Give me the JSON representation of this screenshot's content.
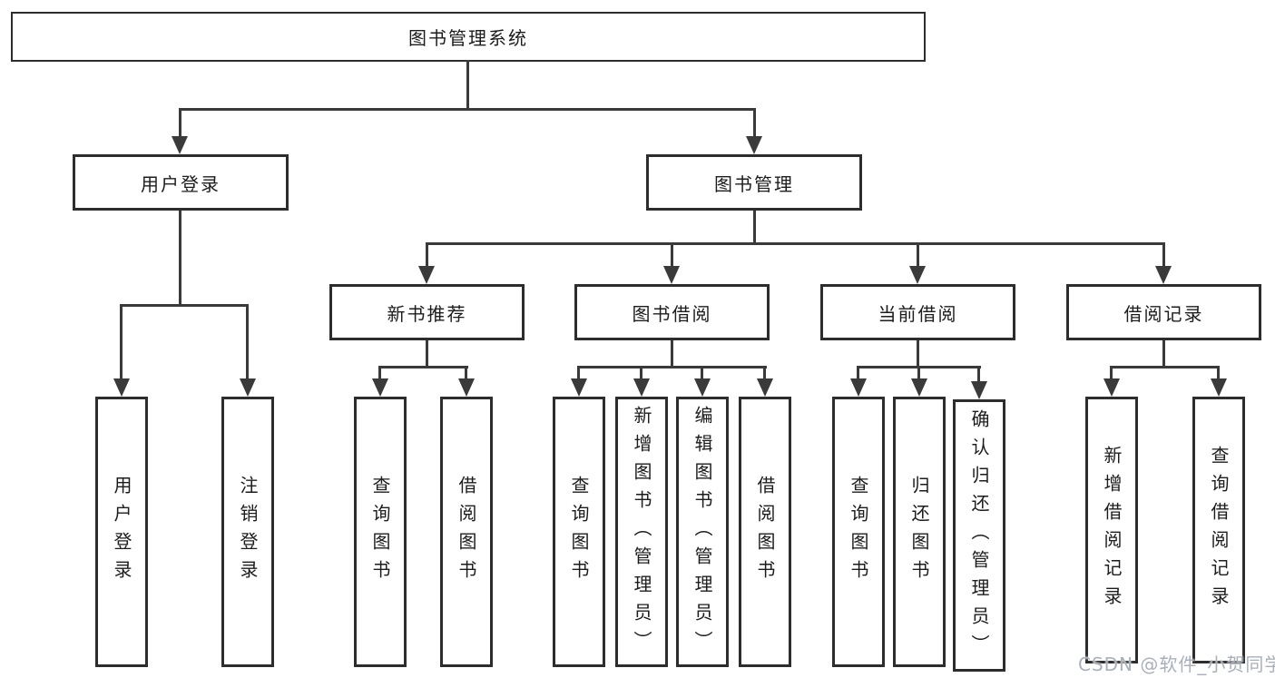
{
  "tree": {
    "label": "图书管理系统",
    "children": [
      {
        "label": "用户登录",
        "children": [
          {
            "label": "用户登录"
          },
          {
            "label": "注销登录"
          }
        ]
      },
      {
        "label": "图书管理",
        "children": [
          {
            "label": "新书推荐",
            "children": [
              {
                "label": "查询图书"
              },
              {
                "label": "借阅图书"
              }
            ]
          },
          {
            "label": "图书借阅",
            "children": [
              {
                "label": "查询图书"
              },
              {
                "label": "新增图书（管理员）"
              },
              {
                "label": "编辑图书（管理员）"
              },
              {
                "label": "借阅图书"
              }
            ]
          },
          {
            "label": "当前借阅",
            "children": [
              {
                "label": "查询图书"
              },
              {
                "label": "归还图书"
              },
              {
                "label": "确认归还（管理员）"
              }
            ]
          },
          {
            "label": "借阅记录",
            "children": [
              {
                "label": "新增借阅记录"
              },
              {
                "label": "查询借阅记录"
              }
            ]
          }
        ]
      }
    ]
  },
  "watermark": {
    "text": "CSDN @软件_小贺同学"
  },
  "colors": {
    "line": "#3a3a3a",
    "border": "#2d2d2d",
    "text": "#1c1c1c",
    "background": "#ffffff",
    "watermark": "#aab0ba"
  }
}
